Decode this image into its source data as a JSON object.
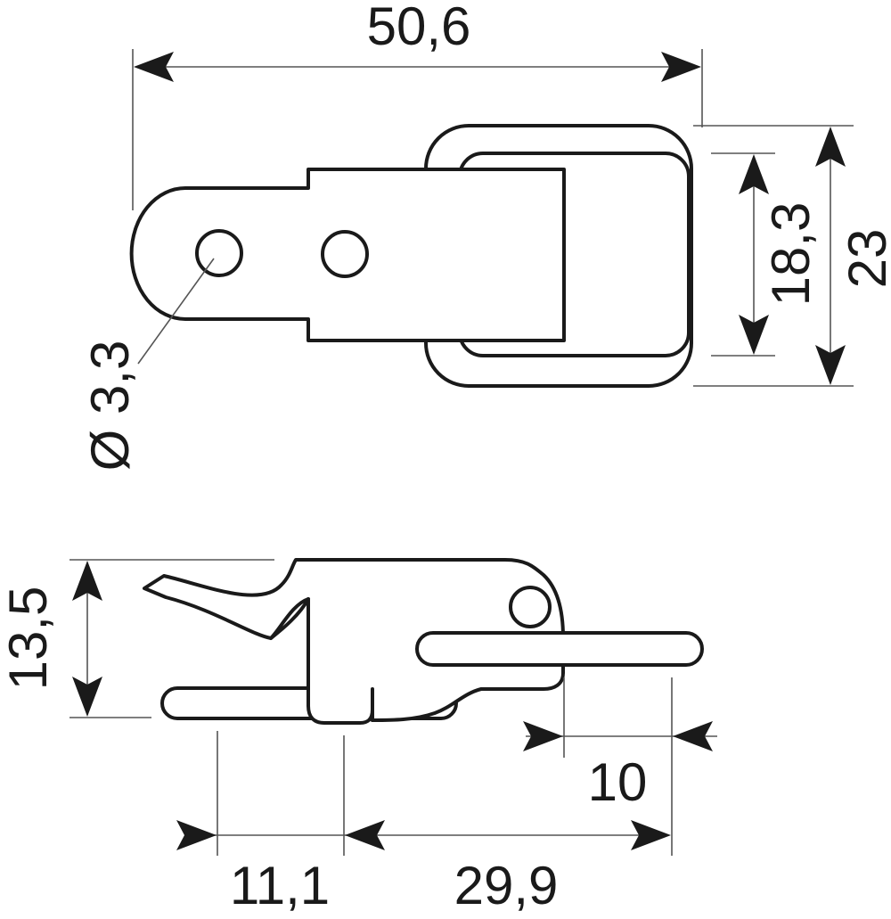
{
  "dimensions": {
    "overall_length": "50,6",
    "hole_diameter": "Ø 3,3",
    "loop_inner_height": "18,3",
    "loop_outer_height": "23",
    "side_height": "13,5",
    "hook_offset": "11,1",
    "hook_to_loop_end": "29,9",
    "loop_projection": "10"
  },
  "colors": {
    "line": "#1a1a1a",
    "dimension_line": "#555555",
    "background": "#ffffff"
  }
}
